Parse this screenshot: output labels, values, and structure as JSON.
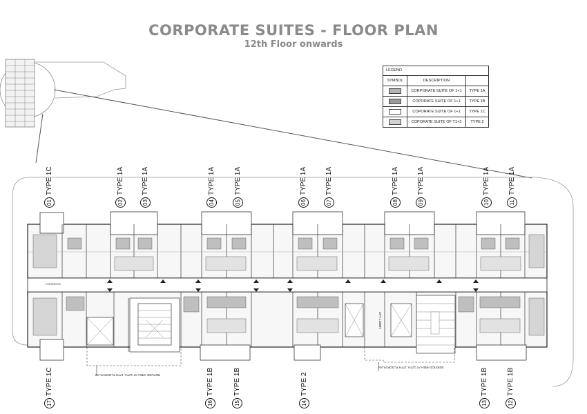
{
  "title": "CORPORATE SUITES - FLOOR PLAN",
  "subtitle": "12th Floor onwards",
  "legend": {
    "header": "LEGEND",
    "col_symbol": "SYMBOL",
    "col_description": "DESCRIPTION",
    "rows": [
      {
        "description": "CORPORATE SUITE OF 1+1",
        "type": "TYPE 1A",
        "color": "#b4b4b4"
      },
      {
        "description": "COPORATE SUITE OF 1+1",
        "type": "TYPE 1B",
        "color": "#9a9a9a"
      },
      {
        "description": "COPORATE SUITE OF 1+1",
        "type": "TYPE 1C",
        "color": "#ffffff"
      },
      {
        "description": "COPORATE SUITE OF T1+2",
        "type": "TYPE 2",
        "color": "#d2d2d2"
      }
    ]
  },
  "units_top": [
    {
      "num": "01",
      "type": "TYPE 1C"
    },
    {
      "num": "02",
      "type": "TYPE 1A"
    },
    {
      "num": "03",
      "type": "TYPE 1A"
    },
    {
      "num": "04",
      "type": "TYPE 1A"
    },
    {
      "num": "05",
      "type": "TYPE 1A"
    },
    {
      "num": "06",
      "type": "TYPE 1A"
    },
    {
      "num": "07",
      "type": "TYPE 1A"
    },
    {
      "num": "08",
      "type": "TYPE 1A"
    },
    {
      "num": "09",
      "type": "TYPE 1A"
    },
    {
      "num": "10",
      "type": "TYPE 1A"
    },
    {
      "num": "11",
      "type": "TYPE 1A"
    }
  ],
  "units_bottom": [
    {
      "num": "17",
      "type": "TYPE 1C"
    },
    {
      "num": "16",
      "type": "TYPE 1B"
    },
    {
      "num": "15",
      "type": "TYPE 1B"
    },
    {
      "num": "14",
      "type": "TYPE 2"
    },
    {
      "num": "13",
      "type": "TYPE 1B"
    },
    {
      "num": "12",
      "type": "TYPE 1B"
    }
  ],
  "plan_notes": {
    "refuge_left": "REFUGE AREA AT 12TH, 17TH FLOOR PLAN",
    "refuge_right": "SERVICE AREA AT 12TH, 17TH FLOOR PLAN",
    "lift_lobby": "LIFT LOBBY",
    "corridor": "CORRIDOR"
  }
}
